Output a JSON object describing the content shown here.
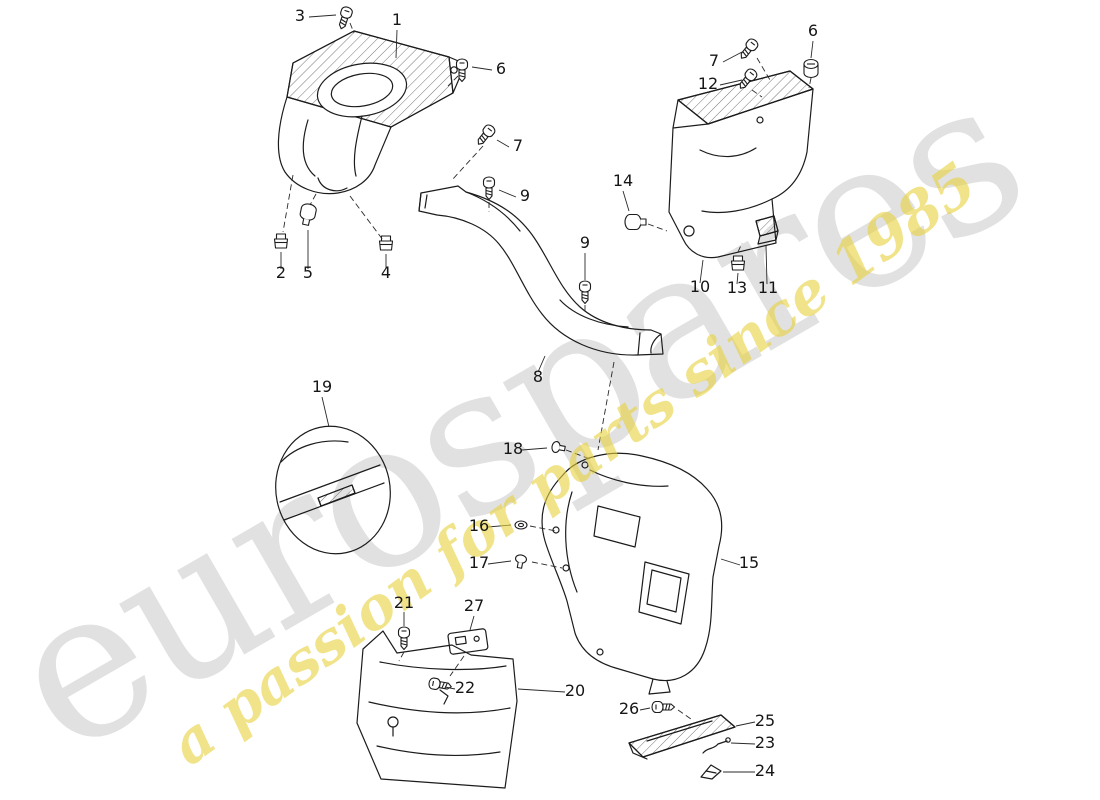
{
  "page": {
    "background_color": "#ffffff"
  },
  "watermark": {
    "brand": "eurospares",
    "tagline": "a passion for parts since 1985",
    "brand_color": "#dedede",
    "tagline_color": "#e8d23c"
  },
  "diagram": {
    "labels": [
      {
        "part": "3"
      },
      {
        "part": "1"
      },
      {
        "part": "6"
      },
      {
        "part": "7"
      },
      {
        "part": "12"
      },
      {
        "part": "6"
      },
      {
        "part": "7"
      },
      {
        "part": "9"
      },
      {
        "part": "14"
      },
      {
        "part": "9"
      },
      {
        "part": "2"
      },
      {
        "part": "5"
      },
      {
        "part": "4"
      },
      {
        "part": "10"
      },
      {
        "part": "13"
      },
      {
        "part": "11"
      },
      {
        "part": "8"
      },
      {
        "part": "19"
      },
      {
        "part": "18"
      },
      {
        "part": "16"
      },
      {
        "part": "17"
      },
      {
        "part": "15"
      },
      {
        "part": "21"
      },
      {
        "part": "27"
      },
      {
        "part": "22"
      },
      {
        "part": "20"
      },
      {
        "part": "26"
      },
      {
        "part": "25"
      },
      {
        "part": "23"
      },
      {
        "part": "24"
      }
    ]
  }
}
